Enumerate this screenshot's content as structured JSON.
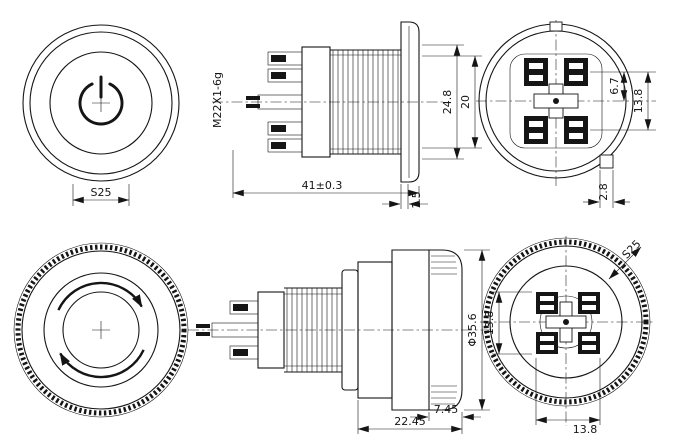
{
  "colors": {
    "line": "#151515",
    "background": "#ffffff"
  },
  "views": {
    "front_top": {
      "hex_size": "S25"
    },
    "side_top": {
      "thread_spec": "M22X1-6g",
      "overall_length": "41±0.3",
      "flange_thickness": "1.5"
    },
    "rear_top": {
      "housing_height": "24.8",
      "button_height": "20",
      "terminal_span": "13.8",
      "terminal_half_span": "6.7",
      "tab_width": "2.8"
    },
    "front_bottom": {},
    "side_bottom": {
      "head_depth": "22.45",
      "rim_depth": "7.45",
      "head_diameter": "Φ35.6"
    },
    "rear_bottom": {
      "terminal_span_h": "13.8",
      "terminal_span_v": "13.8",
      "hex_size": "S25"
    }
  }
}
